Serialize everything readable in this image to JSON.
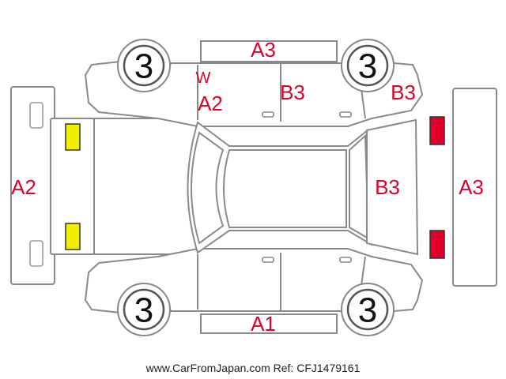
{
  "colors": {
    "damage_label": "#e0002a",
    "yellow_lamp": "#f2ee00",
    "red_lamp": "#e0002a",
    "outline": "#8a8a8a"
  },
  "wheels": {
    "front_top": "3",
    "rear_top": "3",
    "front_bottom": "3",
    "rear_bottom": "3"
  },
  "labels": {
    "roof_top_edge": "A3",
    "left_front_door_w": "W",
    "left_front_door": "A2",
    "left_rear_door": "B3",
    "left_rear_quarter": "B3",
    "front_bumper": "A2",
    "rear_hatch": "B3",
    "rear_bumper": "A3",
    "right_sill": "A1"
  },
  "footer": {
    "text": "www.CarFromJapan.com Ref: CFJ1479161"
  },
  "lamps": {
    "front": "yellow-lamp",
    "rear": "red-lamp"
  }
}
